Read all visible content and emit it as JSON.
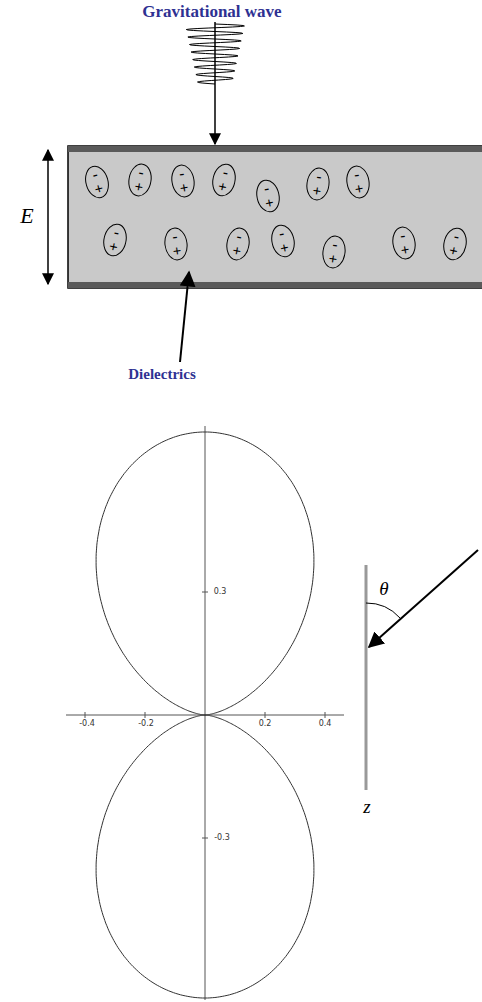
{
  "diagram": {
    "nodes": [
      {
        "text": [
          "-",
          "+"
        ]
      },
      {
        "text": [
          "-",
          "+"
        ]
      },
      {
        "text": [
          "-",
          "+"
        ]
      },
      {
        "text": [
          "-",
          "+"
        ]
      },
      {
        "text": [
          "-",
          "+"
        ]
      },
      {
        "text": [
          "-",
          "+"
        ]
      },
      {
        "text": [
          "-",
          "+"
        ]
      },
      {
        "text": [
          "-",
          "+"
        ]
      },
      {
        "text": [
          "-",
          "+"
        ]
      },
      {
        "text": [
          "-",
          "+"
        ]
      },
      {
        "text": [
          "-",
          "+"
        ]
      },
      {
        "text": [
          "-",
          "+"
        ]
      },
      {
        "text": [
          "-",
          "+"
        ]
      },
      {
        "text": [
          "-",
          "+"
        ]
      }
    ],
    "labels": [
      "Gravitational wave",
      "E",
      "Dielectrics",
      "-0.4",
      "-0.2",
      "0.2",
      "0.4",
      "0.3",
      "-0.3",
      "θ",
      "z"
    ]
  }
}
